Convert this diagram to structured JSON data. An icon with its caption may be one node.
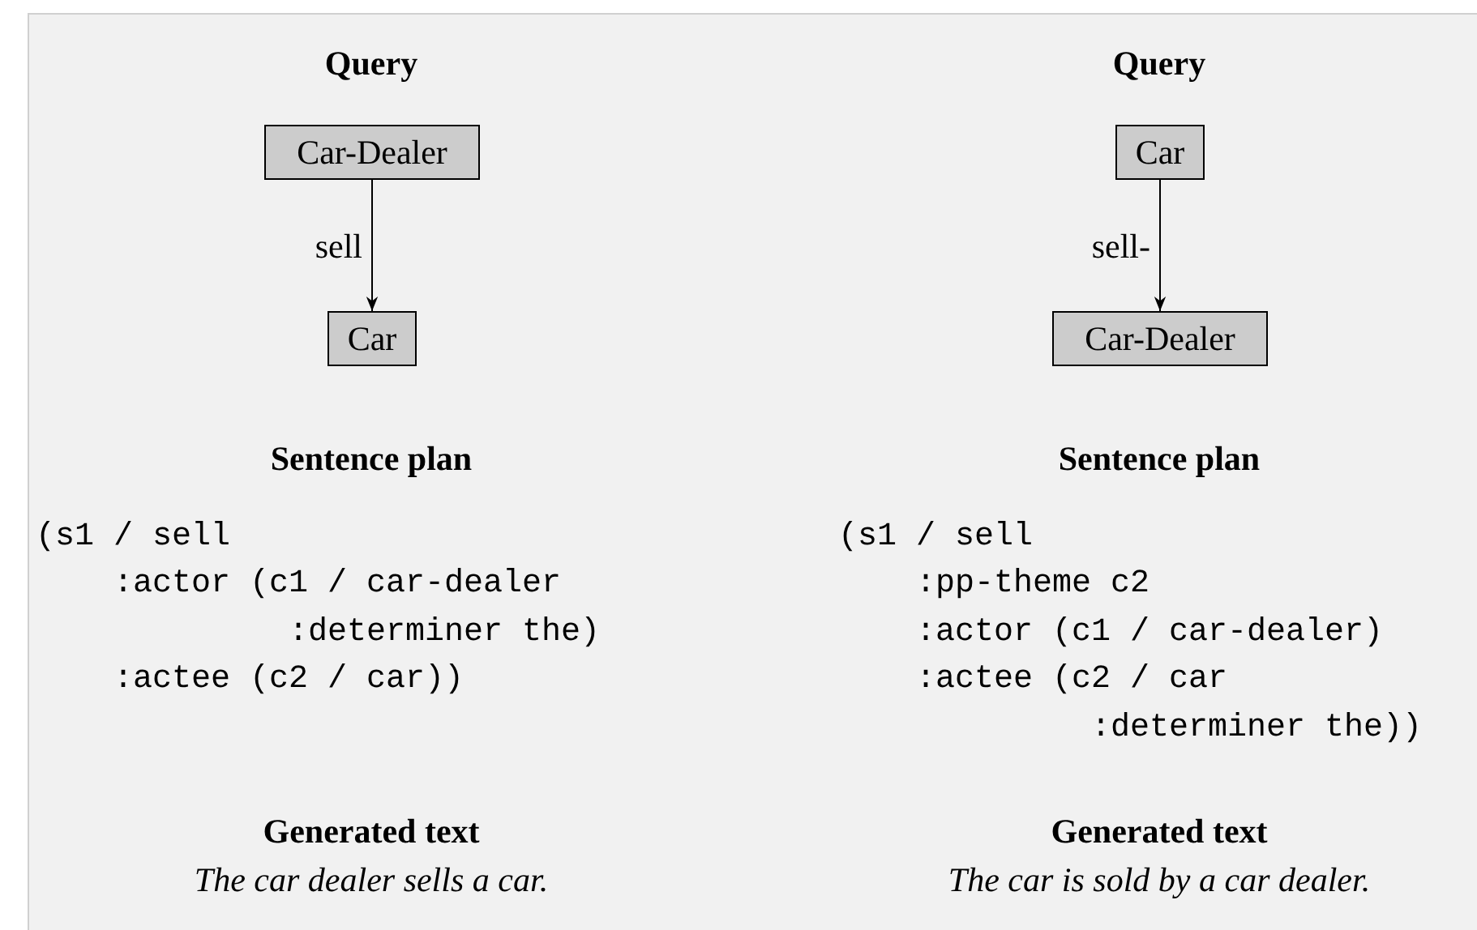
{
  "diagram": {
    "nodes": [
      {
        "text": [
          "Car-Dealer"
        ]
      },
      {
        "text": [
          "Car"
        ]
      },
      {
        "text": [
          "Car"
        ]
      },
      {
        "text": [
          "Car-Dealer"
        ]
      }
    ],
    "edges": [
      {
        "from": 0,
        "to": 1,
        "arrow": "to",
        "label": "sell"
      },
      {
        "from": 2,
        "to": 3,
        "arrow": "to",
        "label": "sell-"
      }
    ],
    "labels": [
      "Query",
      "Sentence plan",
      "(s1 / sell",
      ":actor (c1 / car-dealer",
      ":determiner the)",
      ":actee (c2 / car))",
      "Generated text",
      "The car dealer sells a car.",
      "Query",
      "Sentence plan",
      "(s1 / sell",
      ":pp-theme c2",
      ":actor (c1 / car-dealer)",
      ":actee (c2 / car",
      ":determiner the))",
      "Generated text",
      "The car is sold by a car dealer."
    ]
  }
}
